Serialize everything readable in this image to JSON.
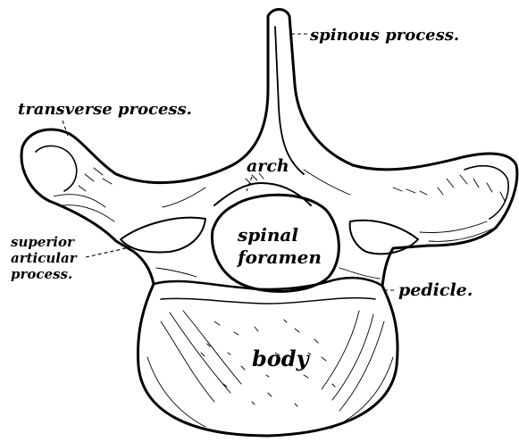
{
  "labels": {
    "spinous_process": "spinous process.",
    "transverse_process": "transverse process.",
    "arch": "arch",
    "spinal_foramen_line1": "spinal",
    "spinal_foramen_line2": "foramen",
    "superior_articular_line1": "superior",
    "superior_articular_line2": "articular",
    "superior_articular_line3": "process.",
    "pedicle": "pedicle.",
    "body": "body"
  },
  "colors": {
    "ink": "#000000",
    "paper": "#ffffff"
  }
}
